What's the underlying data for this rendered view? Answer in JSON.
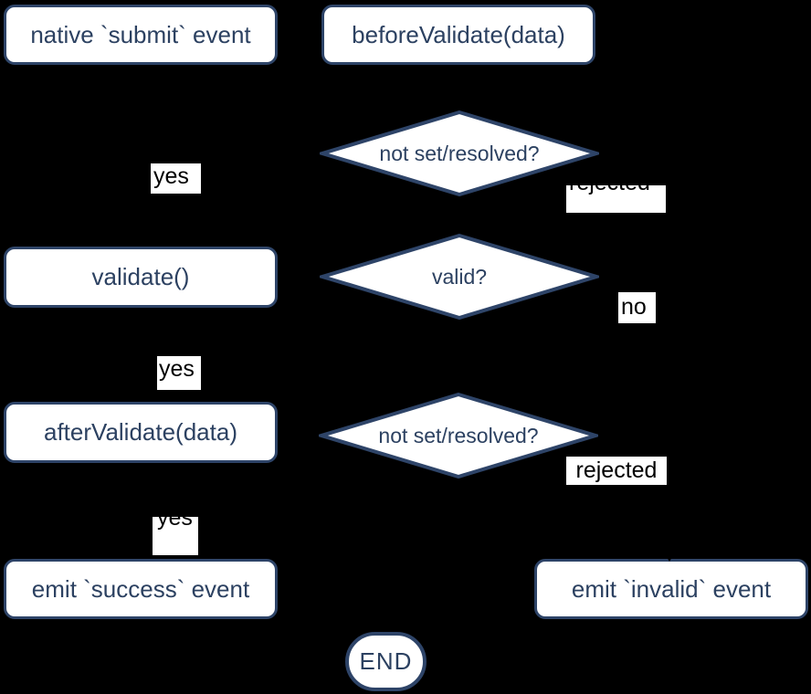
{
  "diagram": {
    "type": "flowchart",
    "nodes": {
      "native_submit": {
        "label": "native `submit` event"
      },
      "before_validate": {
        "label": "beforeValidate(data)"
      },
      "check_before": {
        "label": "not set/resolved?"
      },
      "validate": {
        "label": "validate()"
      },
      "check_valid": {
        "label": "valid?"
      },
      "after_validate": {
        "label": "afterValidate(data)"
      },
      "check_after": {
        "label": "not set/resolved?"
      },
      "emit_success": {
        "label": "emit `success` event"
      },
      "emit_invalid": {
        "label": "emit `invalid` event"
      },
      "end": {
        "label": "END"
      }
    },
    "edge_labels": {
      "yes1": "yes",
      "rejected1": "rejected",
      "no1": "no",
      "yes2": "yes",
      "rejected2": "rejected",
      "yes3": "yes"
    },
    "colors": {
      "background": "#000000",
      "node_fill": "#ffffff",
      "node_border": "#2e4468",
      "node_text": "#2c4161",
      "edge_label_bg": "#ffffff",
      "edge_label_text": "#000000"
    }
  }
}
